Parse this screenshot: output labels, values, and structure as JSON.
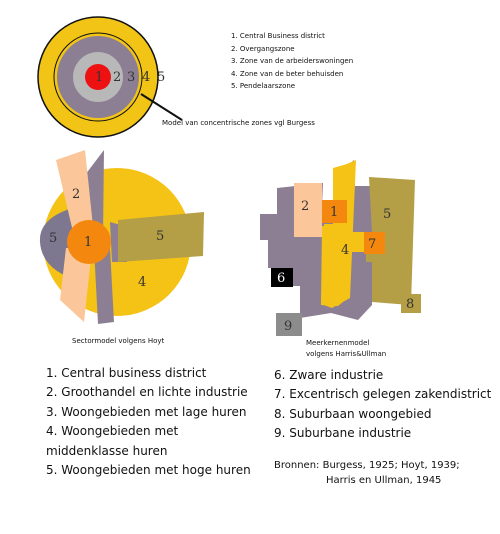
{
  "burgess": {
    "labels": [
      "1",
      "2",
      "3",
      "4",
      "5"
    ],
    "legend": [
      "1. Central Business district",
      "2. Overgangszone",
      "3. Zone van de arbeiderswoningen",
      "4. Zone van de beter behuisden",
      "5. Pendelaarszone"
    ],
    "caption": "Model van concentrische zones vgl Burgess",
    "colors": {
      "zone1": "#ee1111",
      "zone2": "#b8b8b8",
      "zone3": "#8c7f94",
      "zone4": "#f1c416",
      "zone5": "#ffffff",
      "ring": "#111111"
    }
  },
  "hoyt": {
    "labels": {
      "cbd": "1",
      "wholesale": "2",
      "high_top": "5",
      "high_right": "5",
      "mid": "4"
    },
    "caption": "Sectormodel volgens Hoyt",
    "colors": {
      "cbd": "#f4880f",
      "wholesale": "#fbc79a",
      "low": "#8c7f94",
      "mid": "#f5c316",
      "high": "#b49e46"
    }
  },
  "harris": {
    "labels": {
      "wholesale": "2",
      "cbd": "1",
      "low_income": "4",
      "high_income": "5",
      "outlying": "7",
      "heavy": "6",
      "suburban_ind": "9",
      "suburban_res": "8"
    },
    "caption_line1": "Meerkernenmodel",
    "caption_line2": "volgens Harris&Ullman",
    "colors": {
      "low": "#8c7f94",
      "cbd": "#f4880f",
      "wholesale": "#fbc79a",
      "mid": "#f5c316",
      "high": "#b49e46",
      "heavy": "#000000",
      "sub_ind": "#8c8c8c"
    }
  },
  "legend_left": [
    "1. Central business district",
    "2. Groothandel en lichte industrie",
    "3. Woongebieden met lage huren",
    "4. Woongebieden met middenklasse huren",
    "5. Woongebieden met hoge huren"
  ],
  "legend_right": [
    "6. Zware industrie",
    "7. Excentrisch gelegen zakendistrict",
    "8. Suburbaan woongebied",
    "9. Suburbane industrie"
  ],
  "sources": {
    "line1": "Bronnen: Burgess, 1925; Hoyt, 1939;",
    "line2": "Harris en Ullman, 1945"
  }
}
